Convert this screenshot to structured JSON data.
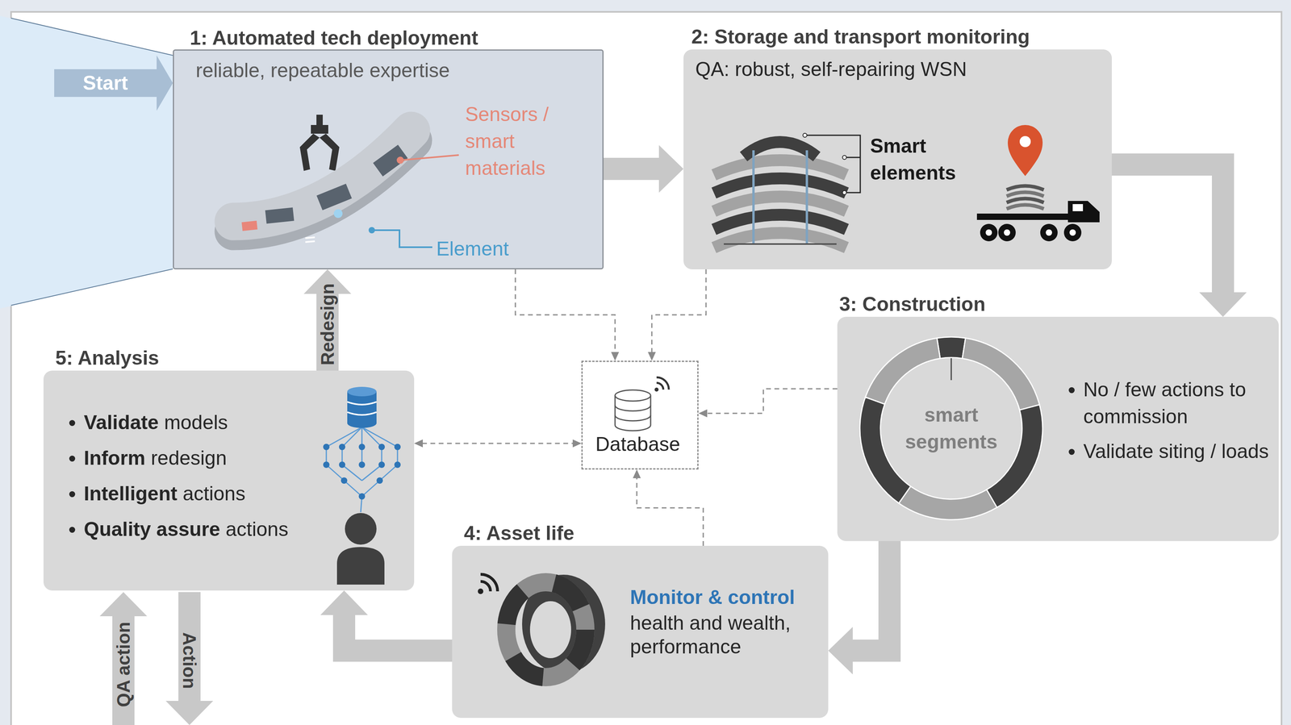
{
  "diagram": {
    "nodes": [
      {
        "text": [
          "Start"
        ]
      },
      {
        "text": [
          "1: Automated tech deployment",
          "reliable, repeatable expertise"
        ]
      },
      {
        "text": [
          "2: Storage and transport monitoring",
          "QA: robust, self-repairing WSN"
        ]
      },
      {
        "text": [
          "3: Construction",
          "No / few actions to commission",
          "Validate siting / loads"
        ]
      },
      {
        "text": [
          "4: Asset life",
          "Monitor & control",
          "health and wealth, performance"
        ]
      },
      {
        "text": [
          "5: Analysis",
          "Validate models",
          "Inform redesign",
          "Intelligent actions",
          "Quality assure actions"
        ]
      },
      {
        "text": [
          "Database"
        ]
      }
    ],
    "edges": [
      {
        "from": 0,
        "to": 1,
        "arrow": "to"
      },
      {
        "from": 1,
        "to": 2,
        "arrow": "to"
      },
      {
        "from": 2,
        "to": 3,
        "arrow": "to"
      },
      {
        "from": 3,
        "to": 4,
        "arrow": "to"
      },
      {
        "from": 4,
        "to": 5,
        "arrow": "to"
      },
      {
        "from": 5,
        "to": 1,
        "label": "Redesign",
        "arrow": "to"
      },
      {
        "from": 1,
        "to": 6,
        "arrow": "to"
      },
      {
        "from": 2,
        "to": 6,
        "arrow": "to"
      },
      {
        "from": 3,
        "to": 6,
        "arrow": "to"
      },
      {
        "from": 4,
        "to": 6,
        "arrow": "to"
      },
      {
        "from": 5,
        "to": 6,
        "arrow": "both"
      }
    ],
    "labels": [
      "Sensors / smart materials",
      "Element",
      "Smart elements",
      "smart segments",
      "QA action",
      "Action"
    ]
  }
}
